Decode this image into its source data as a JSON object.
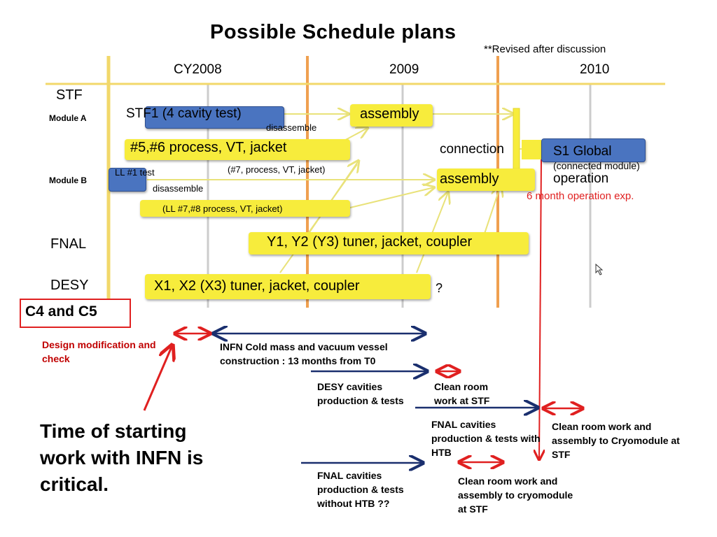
{
  "title": "Possible Schedule plans",
  "revised_note": "**Revised after discussion",
  "years": [
    "CY2008",
    "2009",
    "2010"
  ],
  "rows": {
    "stf": "STF",
    "module_a": "Module A",
    "module_b": "Module B",
    "fnal": "FNAL",
    "desy": "DESY"
  },
  "gantt": {
    "stf1": "STF1 (4 cavity test)",
    "disassemble_a": "disassemble",
    "assembly_a": "assembly",
    "process56": "#5,#6 process, VT, jacket",
    "connection": "connection",
    "s1_global": "S1 Global",
    "connected_module": "(connected module)",
    "operation": "operation",
    "six_month": "6 month operation exp.",
    "ll1_test": "LL #1 test",
    "process7": "(#7, process, VT, jacket)",
    "assembly_b": "assembly",
    "disassemble_b": "disassemble",
    "ll78": "(LL #7,#8 process, VT, jacket)",
    "fnal_bar": "Y1, Y2 (Y3) tuner, jacket, coupler",
    "desy_bar": "X1, X2 (X3) tuner, jacket, coupler",
    "question": "?"
  },
  "lower": {
    "c4c5": "C4 and C5",
    "design_mod": "Design modification and check",
    "infn": "INFN Cold mass and vacuum vessel construction : 13 months from T0",
    "desy_cav": "DESY cavities production & tests",
    "clean_room_1": "Clean room work at STF",
    "fnal_htb": "FNAL cavities production & tests with HTB",
    "clean_cryo_1": "Clean room work and assembly to Cryomodule at STF",
    "fnal_no_htb": "FNAL cavities production & tests without HTB ??",
    "clean_cryo_2": "Clean room work and assembly to cryomodule at STF",
    "time_critical": "Time of starting work with INFN is critical."
  },
  "colors": {
    "bar_yellow": "#f7ec3c",
    "bar_blue": "#4a74c0",
    "year_line": "#f2d86a",
    "orange_line": "#f0a050",
    "red": "#e02020",
    "navy": "#1a2f6e",
    "design_red": "#c00000"
  }
}
